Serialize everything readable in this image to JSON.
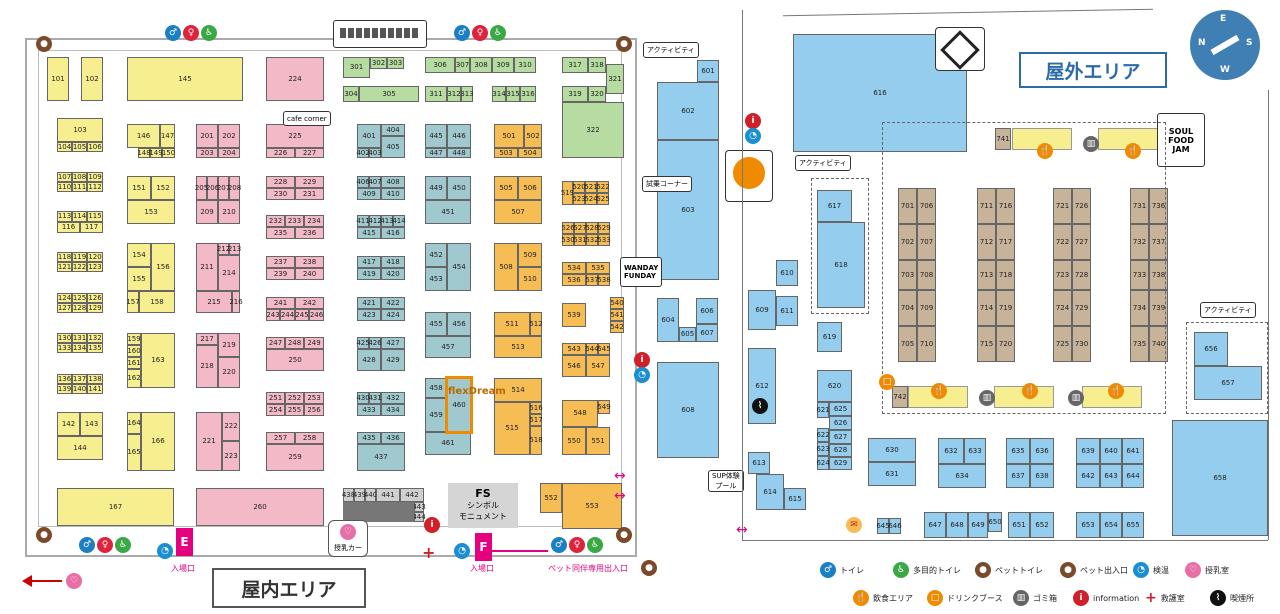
{
  "indoor": {
    "title": "屋内エリア",
    "cafe_corner": "cafe corner",
    "nursing_room": "授乳室",
    "stroller": "授乳カー",
    "symbol_fs": "FS",
    "symbol_text": "シンボル\nモニュメント",
    "flexdream": "flexDream",
    "entrance_e": "入場口",
    "entrance_f": "入場口",
    "hall_e": "E",
    "hall_f": "F",
    "pet_entrance": "ペット同伴専用出入口",
    "booths": {
      "b101": "101",
      "b102": "102",
      "b145": "145",
      "b224": "224",
      "b103": "103",
      "b104": "104",
      "b105": "105",
      "b106": "106",
      "b146": "146",
      "b147": "147",
      "b148": "148",
      "b149": "149",
      "b150": "150",
      "b201": "201",
      "b202": "202",
      "b203": "203",
      "b204": "204",
      "b225": "225",
      "b226": "226",
      "b227": "227",
      "b107": "107",
      "b108": "108",
      "b109": "109",
      "b110": "110",
      "b111": "111",
      "b112": "112",
      "b151": "151",
      "b152": "152",
      "b153": "153",
      "b205": "205",
      "b206": "206",
      "b207": "207",
      "b208": "208",
      "b209": "209",
      "b210": "210",
      "b228": "228",
      "b229": "229",
      "b230": "230",
      "b231": "231",
      "b113": "113",
      "b114": "114",
      "b115": "115",
      "b116": "116",
      "b117": "117",
      "b232": "232",
      "b233": "233",
      "b234": "234",
      "b235": "235",
      "b236": "236",
      "b118": "118",
      "b119": "119",
      "b120": "120",
      "b121": "121",
      "b122": "122",
      "b123": "123",
      "b154": "154",
      "b155": "155",
      "b156": "156",
      "b157": "157",
      "b158": "158",
      "b211": "211",
      "b212": "212",
      "b213": "213",
      "b214": "214",
      "b215": "215",
      "b216": "216",
      "b237": "237",
      "b238": "238",
      "b239": "239",
      "b240": "240",
      "b124": "124",
      "b125": "125",
      "b126": "126",
      "b127": "127",
      "b128": "128",
      "b129": "129",
      "b241": "241",
      "b242": "242",
      "b243": "243",
      "b244": "244",
      "b245": "245",
      "b246": "246",
      "b130": "130",
      "b131": "131",
      "b132": "132",
      "b133": "133",
      "b134": "134",
      "b135": "135",
      "b159": "159",
      "b160": "160",
      "b161": "161",
      "b162": "162",
      "b163": "163",
      "b217": "217",
      "b218": "218",
      "b219": "219",
      "b220": "220",
      "b247": "247",
      "b248": "248",
      "b249": "249",
      "b250": "250",
      "b136": "136",
      "b137": "137",
      "b138": "138",
      "b139": "139",
      "b140": "140",
      "b141": "141",
      "b251": "251",
      "b252": "252",
      "b253": "253",
      "b254": "254",
      "b255": "255",
      "b256": "256",
      "b142": "142",
      "b143": "143",
      "b144": "144",
      "b164": "164",
      "b165": "165",
      "b166": "166",
      "b221": "221",
      "b222": "222",
      "b223": "223",
      "b257": "257",
      "b258": "258",
      "b259": "259",
      "b167": "167",
      "b260": "260",
      "b301": "301",
      "b302": "302",
      "b303": "303",
      "b304": "304",
      "b305": "305",
      "b306": "306",
      "b307": "307",
      "b308": "308",
      "b309": "309",
      "b310": "310",
      "b311": "311",
      "b312": "312",
      "b313": "313",
      "b314": "314",
      "b315": "315",
      "b316": "316",
      "b317": "317",
      "b318": "318",
      "b319": "319",
      "b320": "320",
      "b321": "321",
      "b322": "322",
      "b401": "401",
      "b402": "402",
      "b403": "403",
      "b404": "404",
      "b405": "405",
      "b406": "406",
      "b407": "407",
      "b408": "408",
      "b409": "409",
      "b410": "410",
      "b411": "411",
      "b412": "412",
      "b413": "413",
      "b414": "414",
      "b415": "415",
      "b416": "416",
      "b417": "417",
      "b418": "418",
      "b419": "419",
      "b420": "420",
      "b421": "421",
      "b422": "422",
      "b423": "423",
      "b424": "424",
      "b425": "425",
      "b426": "426",
      "b427": "427",
      "b428": "428",
      "b429": "429",
      "b430": "430",
      "b431": "431",
      "b432": "432",
      "b433": "433",
      "b434": "434",
      "b435": "435",
      "b436": "436",
      "b437": "437",
      "b438": "438",
      "b439": "439",
      "b440": "440",
      "b441": "441",
      "b442": "442",
      "b443": "443",
      "b444": "444",
      "b445": "445",
      "b446": "446",
      "b447": "447",
      "b448": "448",
      "b449": "449",
      "b450": "450",
      "b451": "451",
      "b452": "452",
      "b453": "453",
      "b454": "454",
      "b455": "455",
      "b456": "456",
      "b457": "457",
      "b458": "458",
      "b459": "459",
      "b460": "460",
      "b461": "461",
      "b501": "501",
      "b502": "502",
      "b503": "503",
      "b504": "504",
      "b505": "505",
      "b506": "506",
      "b507": "507",
      "b508": "508",
      "b509": "509",
      "b510": "510",
      "b511": "511",
      "b512": "512",
      "b513": "513",
      "b514": "514",
      "b515": "515",
      "b516": "516",
      "b517": "517",
      "b518": "518",
      "b519": "519",
      "b520": "520",
      "b521": "521",
      "b522": "522",
      "b523": "523",
      "b524": "524",
      "b525": "525",
      "b526": "526",
      "b527": "527",
      "b528": "528",
      "b529": "529",
      "b530": "530",
      "b531": "531",
      "b532": "532",
      "b533": "533",
      "b534": "534",
      "b535": "535",
      "b536": "536",
      "b537": "537",
      "b538": "538",
      "b539": "539",
      "b540": "540",
      "b541": "541",
      "b542": "542",
      "b543": "543",
      "b544": "544",
      "b545": "545",
      "b546": "546",
      "b547": "547",
      "b548": "548",
      "b549": "549",
      "b550": "550",
      "b551": "551",
      "b552": "552",
      "b553": "553"
    }
  },
  "outdoor": {
    "title": "屋外エリア",
    "activity": "アクティビティ",
    "trial_corner": "試乗コーナー",
    "sup": "SUP体験\nプール",
    "soul_food": "SOUL\nFOOD\nJAM",
    "wanday": "WANDAY\nFUNDAY",
    "booths": {
      "b601": "601",
      "b602": "602",
      "b603": "603",
      "b604": "604",
      "b605": "605",
      "b606": "606",
      "b607": "607",
      "b608": "608",
      "b609": "609",
      "b610": "610",
      "b611": "611",
      "b612": "612",
      "b613": "613",
      "b614": "614",
      "b615": "615",
      "b616": "616",
      "b617": "617",
      "b618": "618",
      "b619": "619",
      "b620": "620",
      "b621": "621",
      "b622": "622",
      "b623": "623",
      "b624": "624",
      "b625": "625",
      "b626": "626",
      "b627": "627",
      "b628": "628",
      "b629": "629",
      "b630": "630",
      "b631": "631",
      "b632": "632",
      "b633": "633",
      "b634": "634",
      "b635": "635",
      "b636": "636",
      "b637": "637",
      "b638": "638",
      "b639": "639",
      "b640": "640",
      "b641": "641",
      "b642": "642",
      "b643": "643",
      "b644": "644",
      "b645": "645",
      "b646": "646",
      "b647": "647",
      "b648": "648",
      "b649": "649",
      "b650": "650",
      "b651": "651",
      "b652": "652",
      "b653": "653",
      "b654": "654",
      "b655": "655",
      "b656": "656",
      "b657": "657",
      "b658": "658",
      "b701": "701",
      "b702": "702",
      "b703": "703",
      "b704": "704",
      "b705": "705",
      "b706": "706",
      "b707": "707",
      "b708": "708",
      "b709": "709",
      "b710": "710",
      "b711": "711",
      "b712": "712",
      "b713": "713",
      "b714": "714",
      "b715": "715",
      "b716": "716",
      "b717": "717",
      "b718": "718",
      "b719": "719",
      "b720": "720",
      "b721": "721",
      "b722": "722",
      "b723": "723",
      "b724": "724",
      "b725": "725",
      "b726": "726",
      "b727": "727",
      "b728": "728",
      "b729": "729",
      "b730": "730",
      "b731": "731",
      "b732": "732",
      "b733": "733",
      "b734": "734",
      "b735": "735",
      "b736": "736",
      "b737": "737",
      "b738": "738",
      "b739": "739",
      "b740": "740",
      "b741": "741",
      "b742": "742"
    }
  },
  "legend": {
    "toilet": "トイレ",
    "multi_toilet": "多目的トイレ",
    "pet_toilet": "ペットトイレ",
    "pet_exit": "ペット出入口",
    "kenon": "検温",
    "nursing": "授乳室",
    "food": "飲食エリア",
    "drink": "ドリンクブース",
    "trash": "ゴミ箱",
    "info": "information",
    "aid": "救護室",
    "smoke": "喫煙所"
  },
  "compass": {
    "n": "N",
    "e": "E",
    "s": "S",
    "w": "W"
  },
  "colors": {
    "yellow": "#f7ef8f",
    "pink": "#f3b9c7",
    "teal": "#9fc8cf",
    "orange": "#f6bd55",
    "green": "#b7dca2",
    "blue": "#94cdee",
    "tan": "#c7b29a",
    "magenta": "#e5007f"
  }
}
